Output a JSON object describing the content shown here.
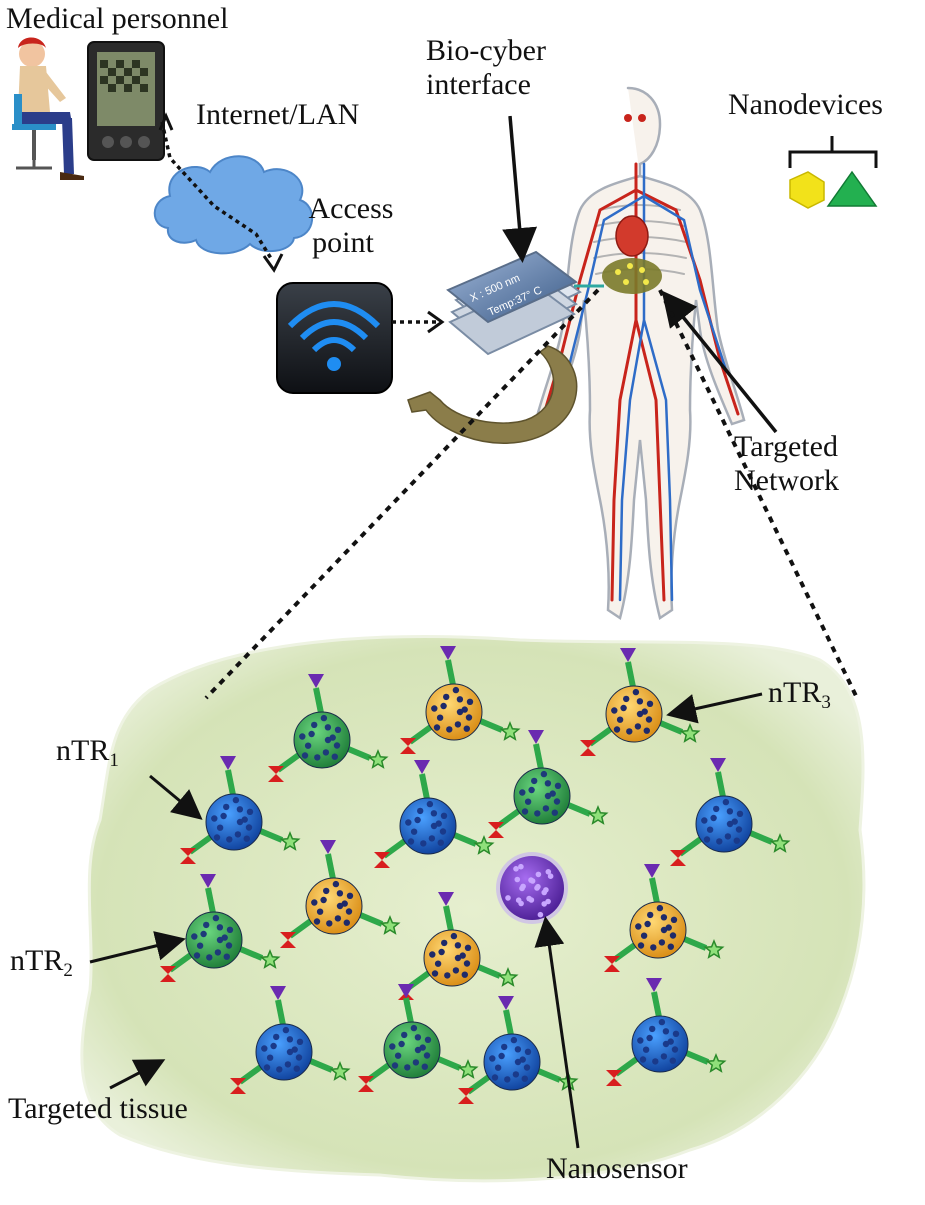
{
  "labels": {
    "medical_personnel": "Medical personnel",
    "internet_lan": "Internet/LAN",
    "access_point_line1": "Access",
    "access_point_line2": "point",
    "bio_cyber_line1": "Bio-cyber",
    "bio_cyber_line2": "interface",
    "nanodevices": "Nanodevices",
    "targeted_network_line1": "Targeted",
    "targeted_network_line2": "Network",
    "ntr1_base": "nTR",
    "ntr1_sub": "1",
    "ntr2_base": "nTR",
    "ntr2_sub": "2",
    "ntr3_base": "nTR",
    "ntr3_sub": "3",
    "targeted_tissue": "Targeted tissue",
    "nanosensor": "Nanosensor"
  },
  "device_readout": {
    "line1": "X : 500 nm",
    "line2": "Temp:37° C"
  },
  "colors": {
    "tissue_fill": "#d9e6bf",
    "receptor_blue": "#1f5fc0",
    "receptor_green": "#2ea84a",
    "receptor_yellow": "#f4b52c",
    "nanosensor": "#7a3fc0",
    "cloud": "#6fa8e6",
    "wifi_blue": "#1f8df2",
    "brown_strap": "#8b7d4a"
  },
  "icons": [
    "person-icon",
    "pda-icon",
    "cloud-icon",
    "wifi-icon",
    "implant-device-icon",
    "human-body-icon",
    "hexagon-icon",
    "triangle-icon"
  ]
}
